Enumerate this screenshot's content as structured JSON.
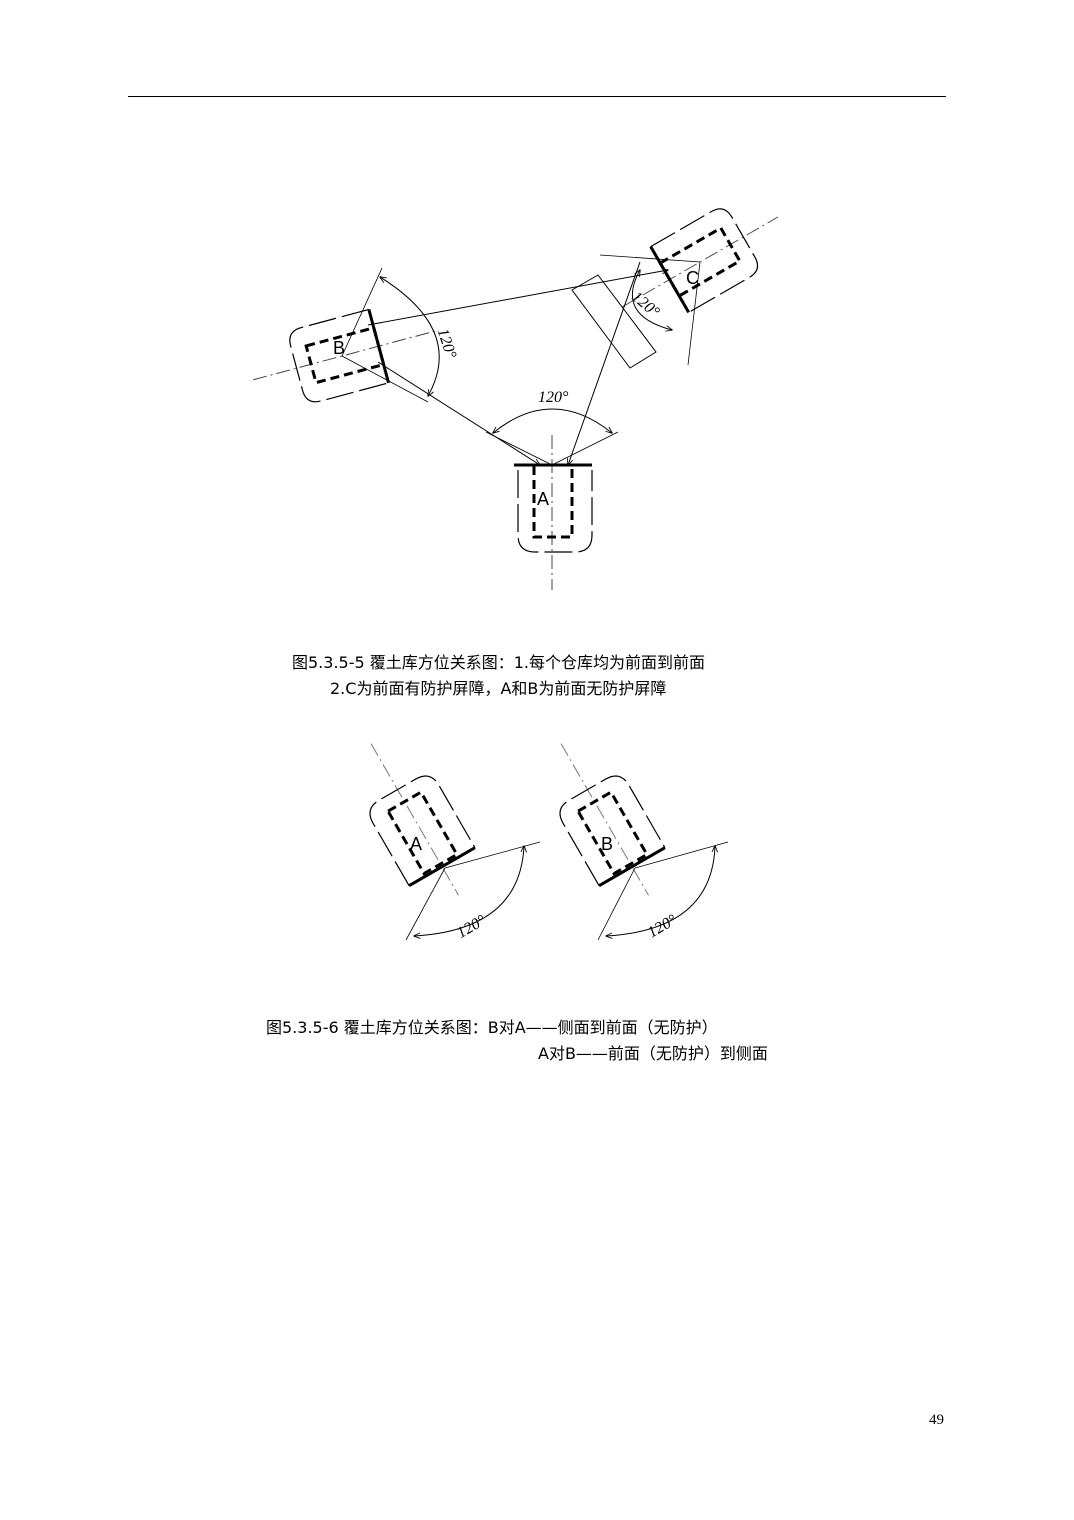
{
  "figure1": {
    "labels": {
      "a": "A",
      "b": "B",
      "c": "C"
    },
    "angles": [
      "120°",
      "120°",
      "120°"
    ],
    "caption_line1": "图5.3.5-5 覆土库方位关系图：1.每个仓库均为前面到前面",
    "caption_line2": "2.C为前面有防护屏障，A和B为前面无防护屏障"
  },
  "figure2": {
    "labels": {
      "a": "A",
      "b": "B"
    },
    "angles": [
      "120°",
      "120°"
    ],
    "caption_line1": "图5.3.5-6 覆土库方位关系图：B对A——侧面到前面（无防护）",
    "caption_line2": "A对B——前面（无防护）到侧面"
  },
  "page_number": "49"
}
